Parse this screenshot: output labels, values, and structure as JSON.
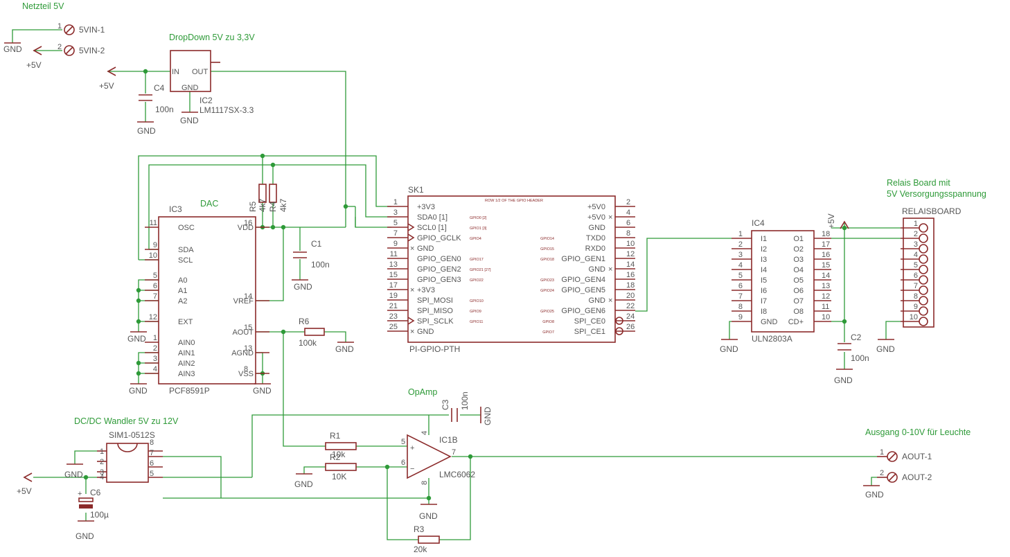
{
  "colors": {
    "wire": "#2e9a38",
    "part": "#8b2a2a",
    "text": "#555555",
    "note": "#2e9a38"
  },
  "notes": {
    "netzteil": "Netzteil 5V",
    "dropdown": "DropDown 5V zu 3,3V",
    "dac": "DAC",
    "relais_line1": "Relais Board mit",
    "relais_line2": "5V Versorgungsspannung",
    "opamp": "OpAmp",
    "dcdc": "DC/DC Wandler 5V zu 12V",
    "ausgang": "Ausgang 0-10V für Leuchte"
  },
  "power_in": {
    "vin1": "5VIN-1",
    "vin2": "5VIN-2",
    "pin1": "1",
    "pin2": "2"
  },
  "nets": {
    "gnd": "GND",
    "p5v": "+5V"
  },
  "ic2": {
    "name": "IC2",
    "value": "LM1117SX-3.3",
    "in": "IN",
    "out": "OUT",
    "gnd": "GND"
  },
  "c4": {
    "name": "C4",
    "value": "100n"
  },
  "c1": {
    "name": "C1",
    "value": "100n"
  },
  "c2": {
    "name": "C2",
    "value": "100n"
  },
  "c3": {
    "name": "C3",
    "value": "100n"
  },
  "c6": {
    "name": "C6",
    "value": "100µ"
  },
  "r5": {
    "name": "R5",
    "value": "4k7"
  },
  "r4": {
    "name": "R4",
    "value": "4k7"
  },
  "r6": {
    "name": "R6",
    "value": "100k"
  },
  "r1": {
    "name": "R1",
    "value": "10k"
  },
  "r2": {
    "name": "R2",
    "value": "10K"
  },
  "r3": {
    "name": "R3",
    "value": "20k"
  },
  "ic3": {
    "name": "IC3",
    "value": "PCF8591P",
    "left_pins": [
      {
        "num": "11",
        "label": "OSC"
      },
      {
        "num": "9",
        "label": "SDA"
      },
      {
        "num": "10",
        "label": "SCL"
      },
      {
        "num": "5",
        "label": "A0"
      },
      {
        "num": "6",
        "label": "A1"
      },
      {
        "num": "7",
        "label": "A2"
      },
      {
        "num": "12",
        "label": "EXT"
      },
      {
        "num": "1",
        "label": "AIN0"
      },
      {
        "num": "2",
        "label": "AIN1"
      },
      {
        "num": "3",
        "label": "AIN2"
      },
      {
        "num": "4",
        "label": "AIN3"
      }
    ],
    "right_pins": [
      {
        "num": "16",
        "label": "VDD"
      },
      {
        "num": "14",
        "label": "VREF"
      },
      {
        "num": "15",
        "label": "AOUT"
      },
      {
        "num": "13",
        "label": "AGND"
      },
      {
        "num": "8",
        "label": "VSS"
      }
    ]
  },
  "sk1": {
    "name": "SK1",
    "value": "PI-GPIO-PTH",
    "left_pins": [
      {
        "num": "1",
        "label": "+3V3",
        "tag": ""
      },
      {
        "num": "3",
        "label": "SDA0 [1]",
        "tag": "GPIO0 [2]"
      },
      {
        "num": "5",
        "label": "SCL0 [1]",
        "tag": "GPIO1 [3]"
      },
      {
        "num": "7",
        "label": "GPIO_GCLK",
        "tag": "GPIO4"
      },
      {
        "num": "9",
        "label": "GND",
        "tag": ""
      },
      {
        "num": "11",
        "label": "GPIO_GEN0",
        "tag": "GPIO17"
      },
      {
        "num": "13",
        "label": "GPIO_GEN2",
        "tag": "GPIO21 [27]"
      },
      {
        "num": "15",
        "label": "GPIO_GEN3",
        "tag": "GPIO22"
      },
      {
        "num": "17",
        "label": "+3V3",
        "tag": ""
      },
      {
        "num": "19",
        "label": "SPI_MOSI",
        "tag": "GPIO10"
      },
      {
        "num": "21",
        "label": "SPI_MISO",
        "tag": "GPIO9"
      },
      {
        "num": "23",
        "label": "SPI_SCLK",
        "tag": "GPIO11"
      },
      {
        "num": "25",
        "label": "GND",
        "tag": ""
      }
    ],
    "right_pins": [
      {
        "num": "2",
        "label": "+5V0",
        "tag": ""
      },
      {
        "num": "4",
        "label": "+5V0",
        "tag": ""
      },
      {
        "num": "6",
        "label": "GND",
        "tag": ""
      },
      {
        "num": "8",
        "label": "TXD0",
        "tag": "GPIO14"
      },
      {
        "num": "10",
        "label": "RXD0",
        "tag": "GPIO15"
      },
      {
        "num": "12",
        "label": "GPIO_GEN1",
        "tag": "GPIO18"
      },
      {
        "num": "14",
        "label": "GND",
        "tag": ""
      },
      {
        "num": "16",
        "label": "GPIO_GEN4",
        "tag": "GPIO23"
      },
      {
        "num": "18",
        "label": "GPIO_GEN5",
        "tag": "GPIO24"
      },
      {
        "num": "20",
        "label": "GND",
        "tag": ""
      },
      {
        "num": "22",
        "label": "GPIO_GEN6",
        "tag": "GPIO25"
      },
      {
        "num": "24",
        "label": "SPI_CE0",
        "tag": "GPIO8"
      },
      {
        "num": "26",
        "label": "SPI_CE1",
        "tag": "GPIO7"
      }
    ]
  },
  "ic4": {
    "name": "IC4",
    "value": "ULN2803A",
    "left_pins": [
      {
        "num": "1",
        "label": "I1"
      },
      {
        "num": "2",
        "label": "I2"
      },
      {
        "num": "3",
        "label": "I3"
      },
      {
        "num": "4",
        "label": "I4"
      },
      {
        "num": "5",
        "label": "I5"
      },
      {
        "num": "6",
        "label": "I6"
      },
      {
        "num": "7",
        "label": "I7"
      },
      {
        "num": "8",
        "label": "I8"
      },
      {
        "num": "9",
        "label": "GND"
      }
    ],
    "right_pins": [
      {
        "num": "18",
        "label": "O1"
      },
      {
        "num": "17",
        "label": "O2"
      },
      {
        "num": "16",
        "label": "O3"
      },
      {
        "num": "15",
        "label": "O4"
      },
      {
        "num": "14",
        "label": "O5"
      },
      {
        "num": "13",
        "label": "O6"
      },
      {
        "num": "12",
        "label": "O7"
      },
      {
        "num": "11",
        "label": "O8"
      },
      {
        "num": "10",
        "label": "CD+"
      }
    ]
  },
  "relaisboard": {
    "name": "RELAISBOARD",
    "pins": [
      "1",
      "2",
      "3",
      "4",
      "5",
      "6",
      "7",
      "8",
      "9",
      "10"
    ]
  },
  "ic1b": {
    "name": "IC1B",
    "value": "LMC6062",
    "pin_plus": "5",
    "pin_minus": "6",
    "pin_out": "7",
    "pin_top": "4",
    "pin_bot": "8",
    "plus": "+",
    "minus": "−"
  },
  "sim1": {
    "name": "SIM1-0512S",
    "left": [
      "1",
      "2",
      "3",
      "4"
    ],
    "right": [
      "8",
      "7",
      "6",
      "5"
    ]
  },
  "output": {
    "aout1": "AOUT-1",
    "aout2": "AOUT-2",
    "pin1": "1",
    "pin2": "2"
  }
}
